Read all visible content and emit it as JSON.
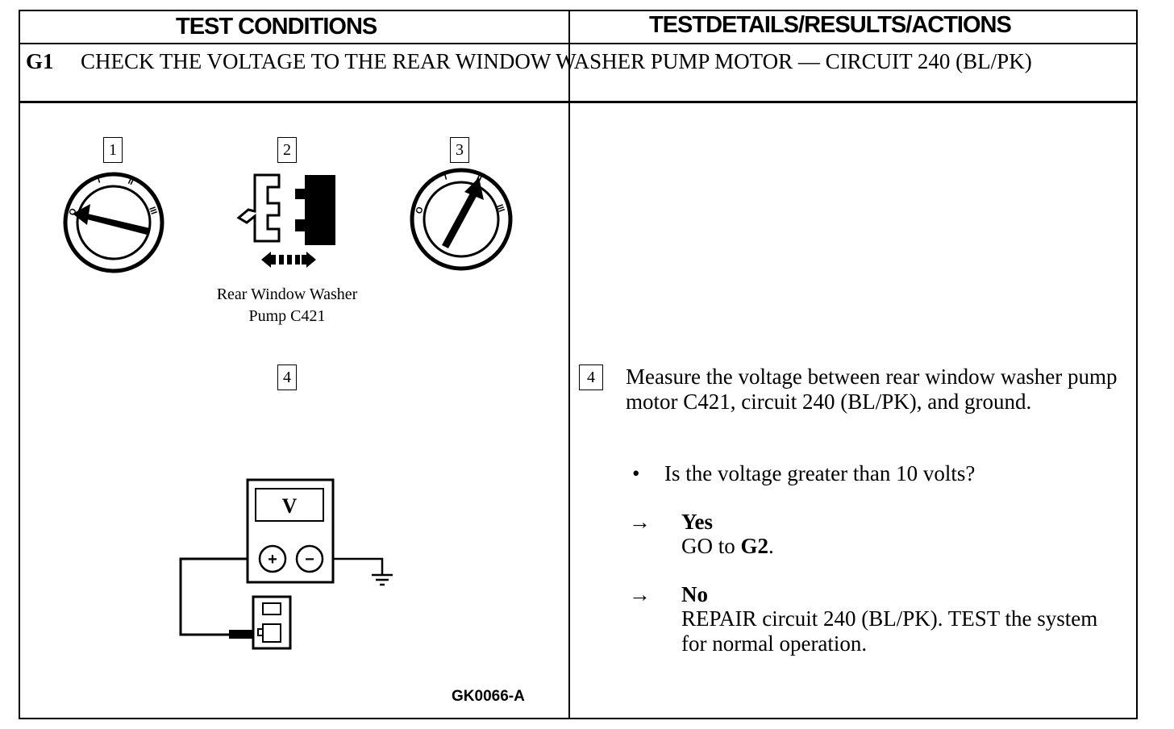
{
  "header": {
    "left_title": "TEST CONDITIONS",
    "right_title": "TESTDETAILS/RESULTS/ACTIONS"
  },
  "step": {
    "number": "G1",
    "title": "CHECK THE VOLTAGE TO THE REAR WINDOW WASHER PUMP MOTOR — CIRCUIT 240 (BL/PK)"
  },
  "figures": {
    "step1_number": "1",
    "step2_number": "2",
    "step3_number": "3",
    "step4_number": "4",
    "switch_labels": [
      "O",
      "I",
      "II",
      "III"
    ],
    "connector_caption_line1": "Rear Window Washer",
    "connector_caption_line2": "Pump C421",
    "meter_symbol": "V",
    "meter_plus": "+",
    "meter_minus": "−",
    "figure_id": "GK0066-A"
  },
  "details": {
    "step_number": "4",
    "instruction": "Measure the voltage between rear window washer pump motor C421, circuit 240 (BL/PK), and ground.",
    "bullet": "•",
    "question": "Is the voltage greater than 10 volts?",
    "arrow": "→",
    "yes_label": "Yes",
    "yes_action_prefix": "GO to ",
    "yes_action_target": "G2",
    "yes_action_suffix": ".",
    "no_label": "No",
    "no_action": "REPAIR circuit 240 (BL/PK). TEST the system for normal operation."
  }
}
